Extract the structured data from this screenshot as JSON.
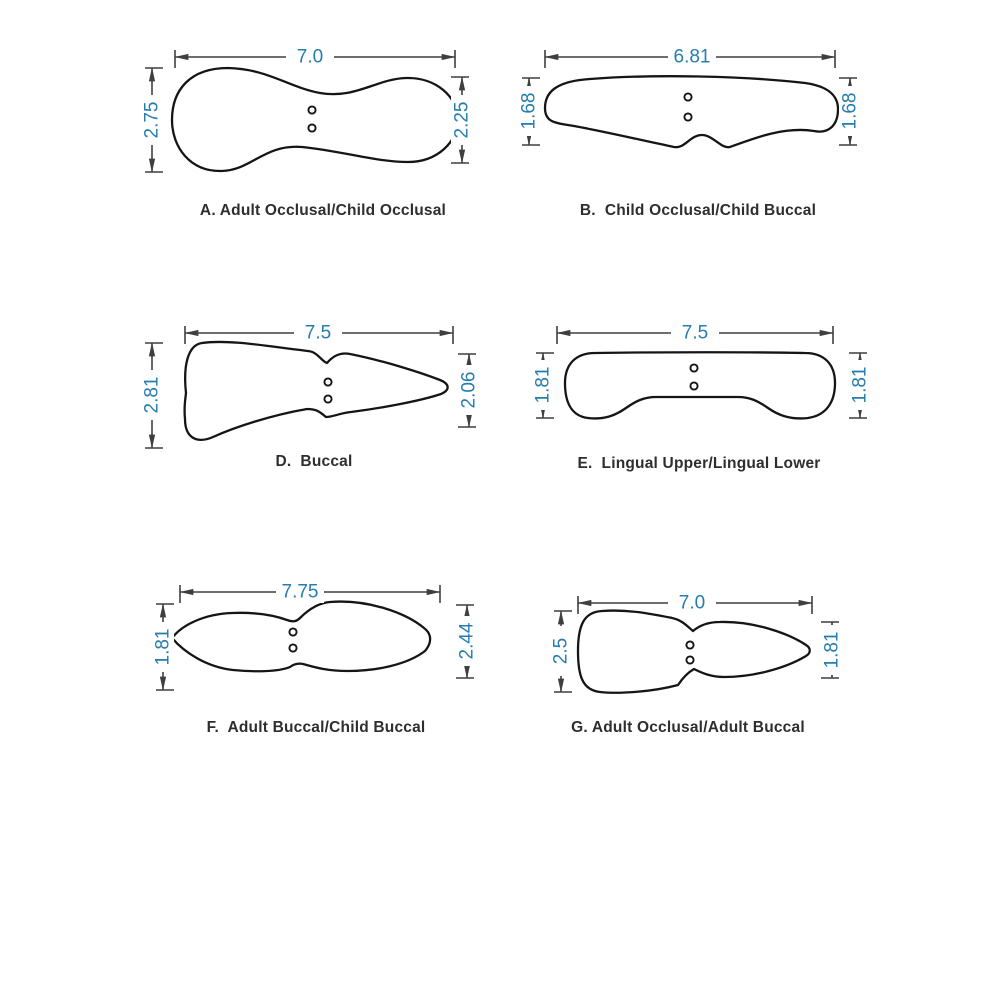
{
  "page": {
    "background_color": "#ffffff",
    "description": "Technical outline drawings of six bite-block / film-holder shapes with dimensions"
  },
  "colors": {
    "shape_outline": "#151515",
    "dimension_line": "#3f3f3f",
    "dimension_text": "#257dae",
    "caption_text": "#2e2e2e"
  },
  "figures": [
    {
      "id": "A",
      "label": "A. Adult Occlusal/Child Occlusal",
      "width": "7.0",
      "left_height": "2.75",
      "right_height": "2.25"
    },
    {
      "id": "B",
      "label": "B.  Child Occlusal/Child Buccal",
      "width": "6.81",
      "left_height": "1.68",
      "right_height": "1.68"
    },
    {
      "id": "D",
      "label": "D.  Buccal",
      "width": "7.5",
      "left_height": "2.81",
      "right_height": "2.06"
    },
    {
      "id": "E",
      "label": "E.  Lingual Upper/Lingual Lower",
      "width": "7.5",
      "left_height": "1.81",
      "right_height": "1.81"
    },
    {
      "id": "F",
      "label": "F.  Adult Buccal/Child Buccal",
      "width": "7.75",
      "left_height": "1.81",
      "right_height": "2.44"
    },
    {
      "id": "G",
      "label": "G. Adult Occlusal/Adult Buccal",
      "width": "7.0",
      "left_height": "2.5",
      "right_height": "1.81"
    }
  ]
}
